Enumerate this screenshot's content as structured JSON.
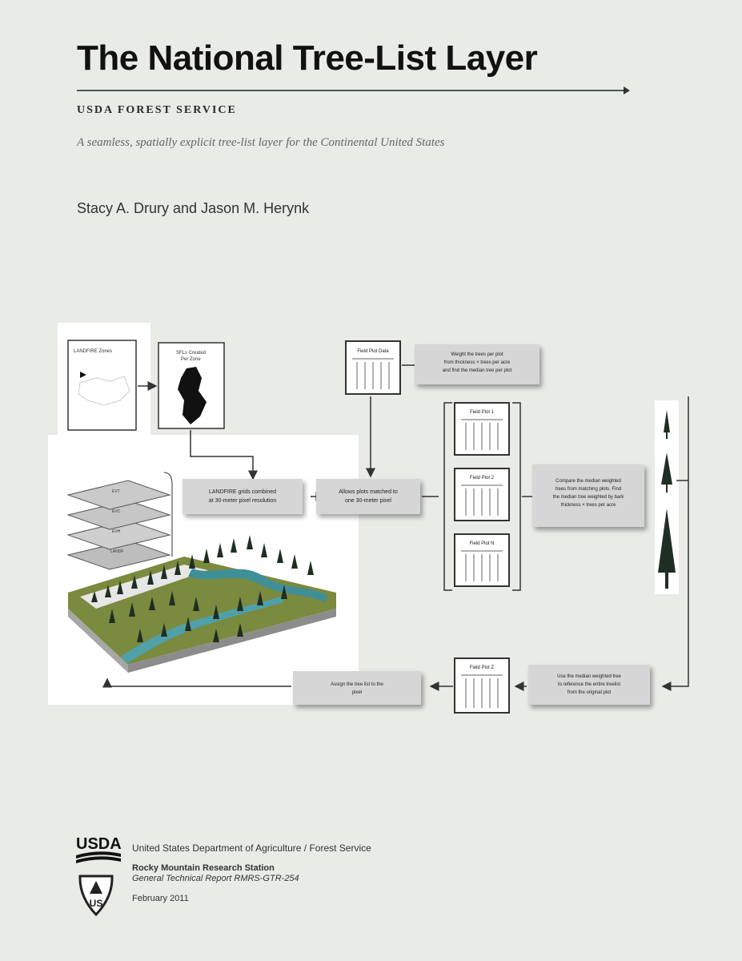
{
  "header": {
    "title": "The National Tree-List Layer",
    "agency": "USDA FOREST SERVICE",
    "subtitle": "A seamless, spatially explicit tree-list layer for the Continental United States",
    "authors": "Stacy A. Drury and Jason M. Herynk"
  },
  "diagram": {
    "map1_label": "LANDFIRE Zones",
    "map2_label_line1": "SFLs Created",
    "map2_label_line2": "Per Zone",
    "layers": [
      "EVT",
      "EVC",
      "EVH",
      "LANDF"
    ],
    "box_grids_line1": "LANDFIRE grids combined",
    "box_grids_line2": "at 30-meter pixel resolution",
    "box_match_line1": "Allows plots matched to",
    "box_match_line2": "one 30-meter pixel",
    "field_plot_data": "Field Plot Data",
    "weight_line1": "Weight the trees per plot",
    "weight_line2": "from thickness × trees per acre",
    "weight_line3": "and find the median tree per plot",
    "field_plot_1": "Field Plot 1",
    "field_plot_2": "Field Plot 2",
    "field_plot_n": "Field Plot N",
    "compare_line1": "Compare the median weighted",
    "compare_line2": "trees from matching plots. Find",
    "compare_line3": "the median tree weighted by bark",
    "compare_line4": "thickness × trees per acre",
    "field_plot_z": "Field Plot Z",
    "use_line1": "Use the median weighted tree",
    "use_line2": "to reference the entire treelist",
    "use_line3": "from the original plot",
    "assign_line1": "Assign the tree list to the",
    "assign_line2": "pixel"
  },
  "footer": {
    "usda_logo_text": "USDA",
    "shield_logo_text": "US",
    "department": "United States Department of Agriculture  /  Forest Service",
    "station": "Rocky Mountain Research Station",
    "report": "General Technical Report RMRS-GTR-254",
    "date": "February 2011"
  },
  "colors": {
    "background": "#e8ebe6",
    "rule": "#4a5a4a",
    "box_fill": "#d6d6d6",
    "terrain_green": "#6b7a3a",
    "water": "#3f8f99",
    "tree": "#1f2e22"
  }
}
